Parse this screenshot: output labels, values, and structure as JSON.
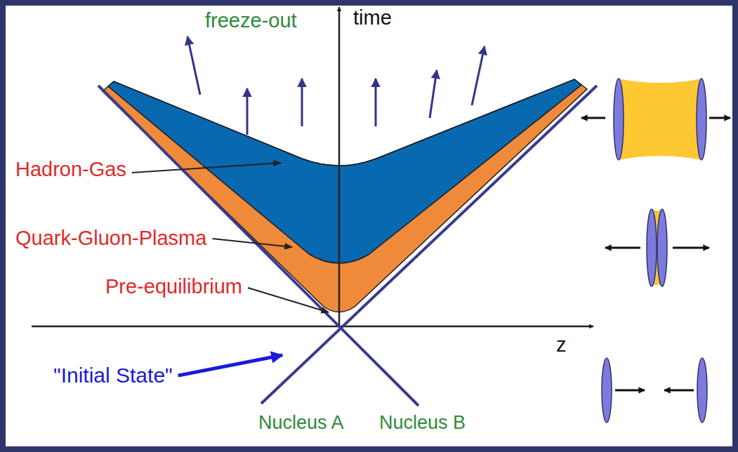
{
  "diagram": {
    "labels": [
      "freeze-out",
      "time",
      "Hadron-Gas",
      "Quark-Gluon-Plasma",
      "Pre-equilibrium",
      "z",
      "\"Initial State\"",
      "Nucleus A",
      "Nucleus B"
    ]
  }
}
